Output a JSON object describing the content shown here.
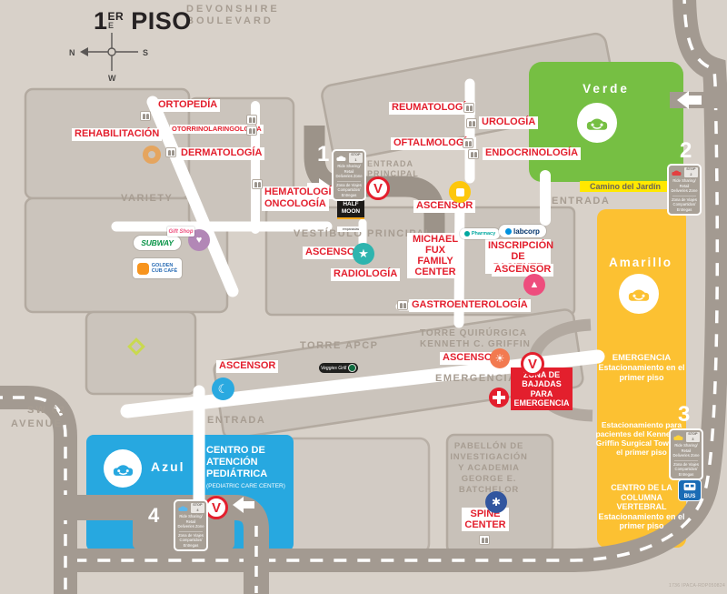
{
  "header": {
    "floor_number": "1",
    "floor_sup": "ER",
    "floor_word": "PISO"
  },
  "compass": {
    "n": "N",
    "e": "E",
    "s": "S",
    "w": "W"
  },
  "streets": {
    "devonshire_line1": "DEVONSHIRE",
    "devonshire_line2": "BOULEVARD",
    "sw62_line1": "SW 62",
    "sw62_line2": "AVENUE"
  },
  "departments": {
    "ortopedia": "ORTOPEDÍA",
    "rehabilitacion": "REHABILITACIÓN",
    "otorrinolaringologia": "OTORRINOLARINGOLOGÍA",
    "dermatologia": "DERMATOLOGÍA",
    "hematologia_line1": "HEMATOLOGÍA/",
    "hematologia_line2": "ONCOLOGÍA",
    "reumatologia": "REUMATOLOGÍA",
    "oftalmologia": "OFTALMOLOGÍA",
    "urologia": "UROLOGÍA",
    "endocrinologia": "ENDOCRINOLOGÍA",
    "radiologia": "RADIOLOGÍA",
    "gastroenterologia": "GASTROENTEROLOGÍA",
    "michael_fux": "MICHAEL FUX FAMILY CENTER",
    "inscripcion": "INSCRIPCIÓN DE PACIENTE",
    "spine_center": "SPINE CENTER",
    "ascensor": "ASCENSOR"
  },
  "areas": {
    "variety": "VARIETY",
    "vestibulo": "VESTÍBULO PRINCIPAL",
    "entrada": "ENTRADA",
    "entrada_principal_line1": "ENTRADA",
    "entrada_principal_line2": "PRINCIPAL",
    "torre_apcp": "TORRE APCP",
    "torre_quirurgica_line1": "TORRE QUIRÚRGICA",
    "torre_quirurgica_line2": "KENNETH C. GRIFFIN",
    "emergencia": "EMERGENCIA",
    "pabellon": "PABELLÓN DE INVESTIGACIÓN Y ACADEMIA GEORGE E. BATCHELOR"
  },
  "pediatric": {
    "line1": "CENTRO DE ATENCIÓN PEDIÁTRICA",
    "line2": "(PEDIATRIC CARE CENTER)"
  },
  "emergency_zone": {
    "label": "ZONA DE BAJADAS PARA EMERGENCIA"
  },
  "parking": {
    "verde": {
      "name": "Verde"
    },
    "amarillo": {
      "name": "Amarillo",
      "note1_title": "EMERGENCIA",
      "note1_body": "Estacionamiento en el primer piso",
      "note2": "Estacionamiento para pacientes del Kenneth C. Griffin Surgical Tower en el primer piso",
      "note3_title": "CENTRO DE LA COLUMNA VERTEBRAL",
      "note3_body": "Estacionamiento en el primer piso"
    },
    "azul": {
      "name": "Azul"
    }
  },
  "camino_del_jardin": "Camino del Jardín",
  "valet_letter": "V",
  "stops": {
    "number_1": "1",
    "number_2": "2",
    "number_3": "3",
    "number_4": "4",
    "badge_1": "STOP 1",
    "badge_2": "STOP 2",
    "badge_3": "STOP 3",
    "badge_4": "STOP 4",
    "ride_en": "Ride Sharing/ Retail Deliveries Zone",
    "ride_es": "Zona de Viajes Compartidos/ Entregas"
  },
  "transit": {
    "bus": "BUS"
  },
  "vendors": {
    "subway": "SUBWAY",
    "golden_line1": "GOLDEN",
    "golden_line2": "CUB CAFÉ",
    "gift_shop": "Gift Shop",
    "half_moon_line1": "HALF",
    "half_moon_line2": "MOON",
    "half_moon_sub": "empanadas",
    "pharmacy": "Pharmacy",
    "labcorp": "labcorp",
    "cafe": "Veggies Grill"
  },
  "footer_code": "1736 IPACA-RDP050824",
  "colors": {
    "verde": "#76bf43",
    "amarillo": "#fcc132",
    "azul": "#27a8e0",
    "rojo": "#e31f2d",
    "teal": "#2eb4ae",
    "road": "#a39a91",
    "building": "#cbc4bc"
  }
}
